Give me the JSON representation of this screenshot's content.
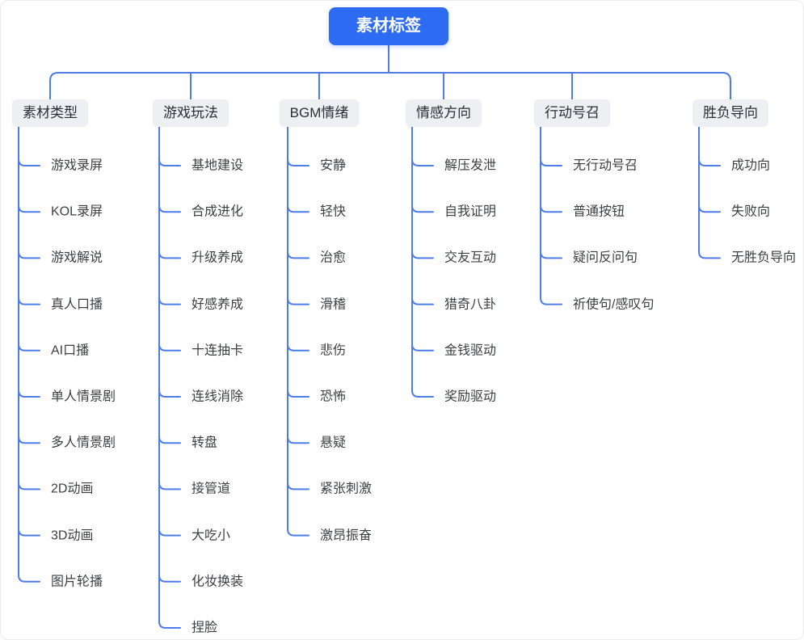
{
  "root": {
    "label": "素材标签"
  },
  "branches": [
    {
      "label": "素材类型",
      "items": [
        "游戏录屏",
        "KOL录屏",
        "游戏解说",
        "真人口播",
        "AI口播",
        "单人情景剧",
        "多人情景剧",
        "2D动画",
        "3D动画",
        "图片轮播"
      ]
    },
    {
      "label": "游戏玩法",
      "items": [
        "基地建设",
        "合成进化",
        "升级养成",
        "好感养成",
        "十连抽卡",
        "连线消除",
        "转盘",
        "接管道",
        "大吃小",
        "化妆换装",
        "捏脸"
      ]
    },
    {
      "label": "BGM情绪",
      "items": [
        "安静",
        "轻快",
        "治愈",
        "滑稽",
        "悲伤",
        "恐怖",
        "悬疑",
        "紧张刺激",
        "激昂振奋"
      ]
    },
    {
      "label": "情感方向",
      "items": [
        "解压发泄",
        "自我证明",
        "交友互动",
        "猎奇八卦",
        "金钱驱动",
        "奖励驱动"
      ]
    },
    {
      "label": "行动号召",
      "items": [
        "无行动号召",
        "普通按钮",
        "疑问反问句",
        "祈使句/感叹句"
      ]
    },
    {
      "label": "胜负导向",
      "items": [
        "成功向",
        "失败向",
        "无胜负导向"
      ]
    }
  ],
  "colors": {
    "root_bg": "#2e6bf3",
    "root_text": "#ffffff",
    "connector": "#4d7ce8",
    "header_bg": "#edeff2",
    "header_text": "#2b2e33",
    "item_text": "#3c4045"
  }
}
